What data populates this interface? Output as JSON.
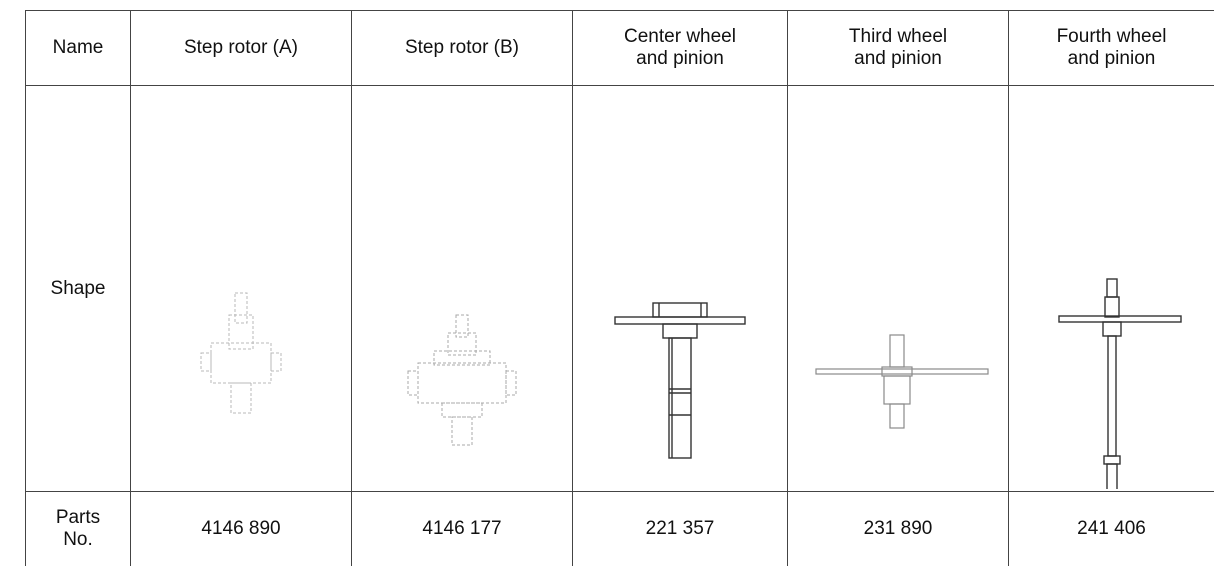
{
  "table": {
    "row_labels": {
      "name": "Name",
      "shape": "Shape",
      "parts": "Parts\nNo."
    },
    "columns": [
      {
        "name": "Step rotor (A)",
        "part_no": "4146 890",
        "icon": "step-rotor-a-icon"
      },
      {
        "name": "Step rotor (B)",
        "part_no": "4146 177",
        "icon": "step-rotor-b-icon"
      },
      {
        "name": "Center wheel\nand pinion",
        "part_no": "221 357",
        "icon": "center-wheel-icon"
      },
      {
        "name": "Third wheel\nand pinion",
        "part_no": "231 890",
        "icon": "third-wheel-icon"
      },
      {
        "name": "Fourth wheel\nand pinion",
        "part_no": "241 406",
        "icon": "fourth-wheel-icon"
      }
    ]
  }
}
